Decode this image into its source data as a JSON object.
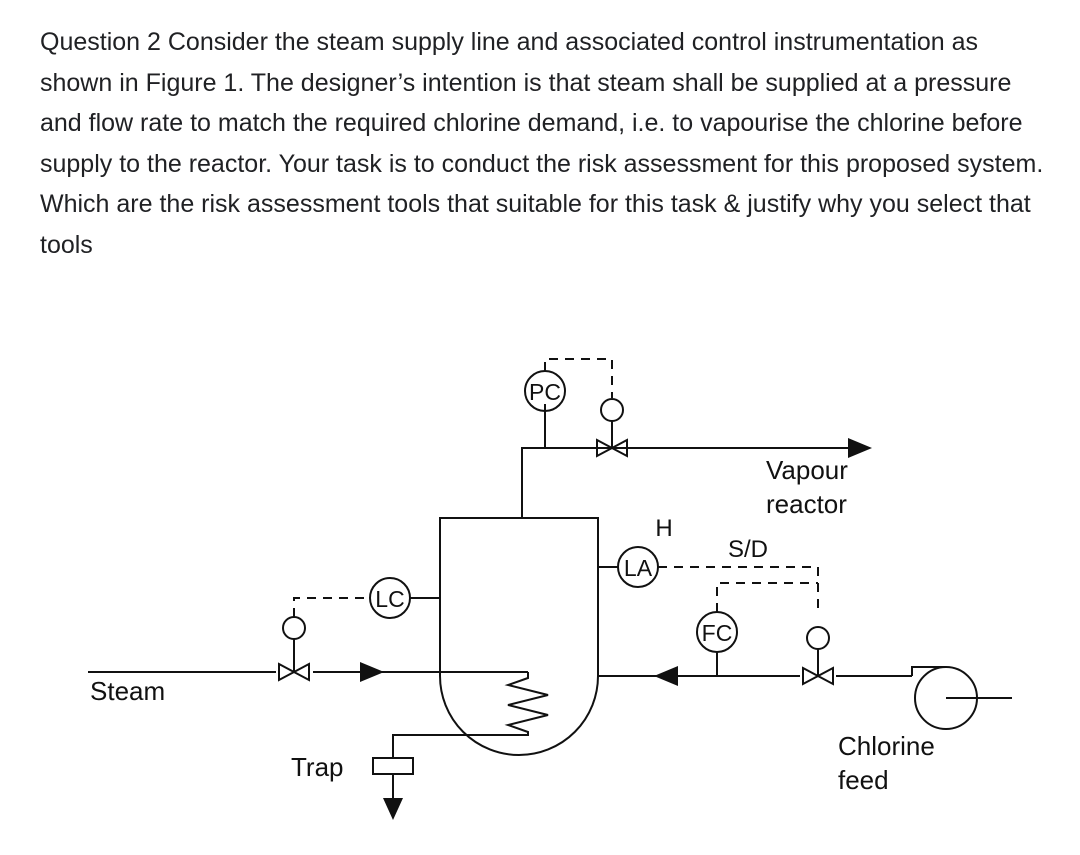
{
  "question": {
    "text": "Question 2 Consider the steam supply line and associated control instrumentation as shown in Figure 1. The designer’s intention is that steam shall be supplied at a pressure and flow rate to match the required chlorine demand, i.e. to vapourise the chlorine before supply to the reactor. Your task is to conduct the risk assessment for this proposed system. Which are the risk assessment tools that suitable for this task & justify why you select that tools"
  },
  "diagram": {
    "instruments": {
      "pc": "PC",
      "lc": "LC",
      "la": "LA",
      "fc": "FC"
    },
    "labels": {
      "alarm_high": "H",
      "shutdown": "S/D",
      "vapour_line1": "Vapour",
      "vapour_line2": "reactor",
      "steam": "Steam",
      "trap": "Trap",
      "chlorine_line1": "Chlorine",
      "chlorine_line2": "feed"
    }
  }
}
